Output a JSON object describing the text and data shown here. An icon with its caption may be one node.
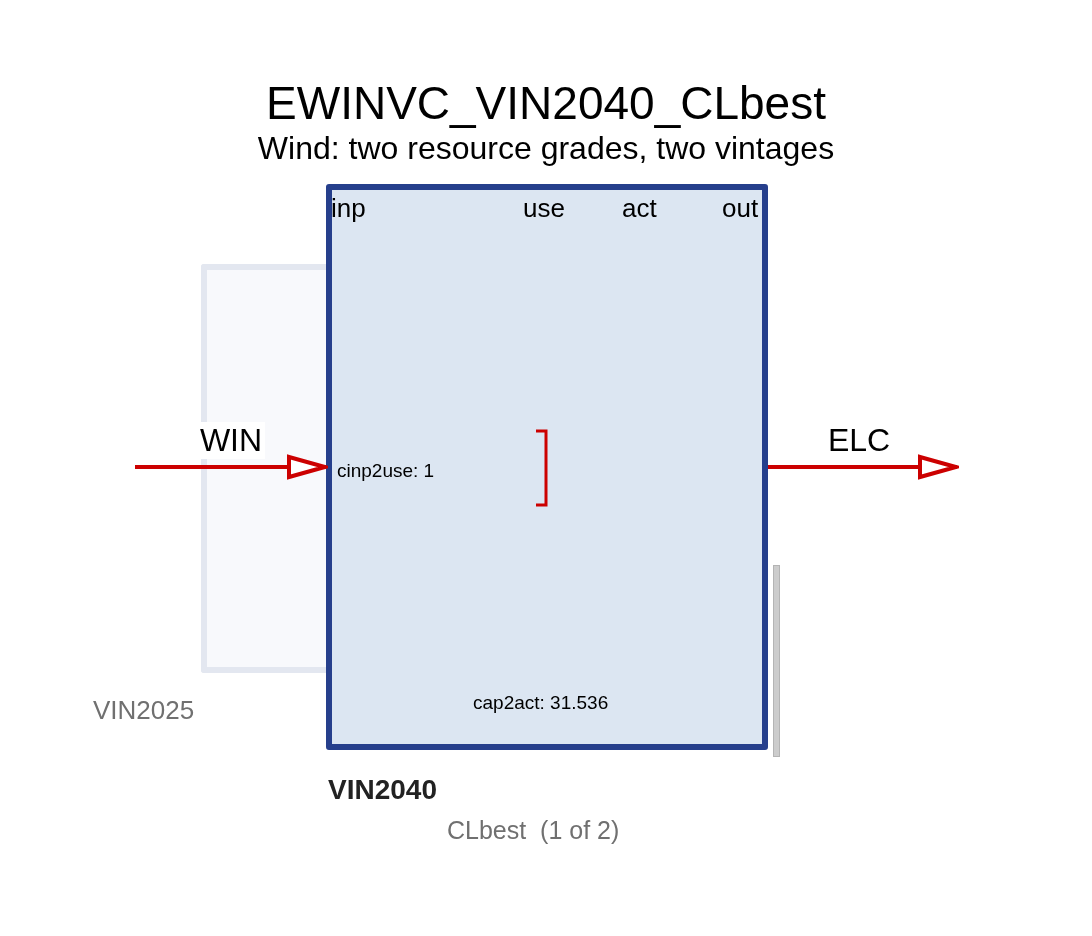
{
  "diagram": {
    "title": "EWINVC_VIN2040_CLbest",
    "nodes": [
      {
        "text": [
          "VIN2025"
        ]
      },
      {
        "text": [
          "inp",
          "use",
          "act",
          "out",
          "cinp2use: 1",
          "cap2act: 31.536",
          "VIN2040"
        ],
        "beside": [
          "CLbest  (1 of 2)"
        ]
      }
    ],
    "edges": [
      {
        "from": null,
        "to": 1,
        "arrow": "to",
        "label": "WIN"
      },
      {
        "from": 1,
        "to": null,
        "arrow": "to",
        "label": "ELC"
      }
    ],
    "labels": [
      "Wind: two resource grades, two vintages"
    ]
  }
}
